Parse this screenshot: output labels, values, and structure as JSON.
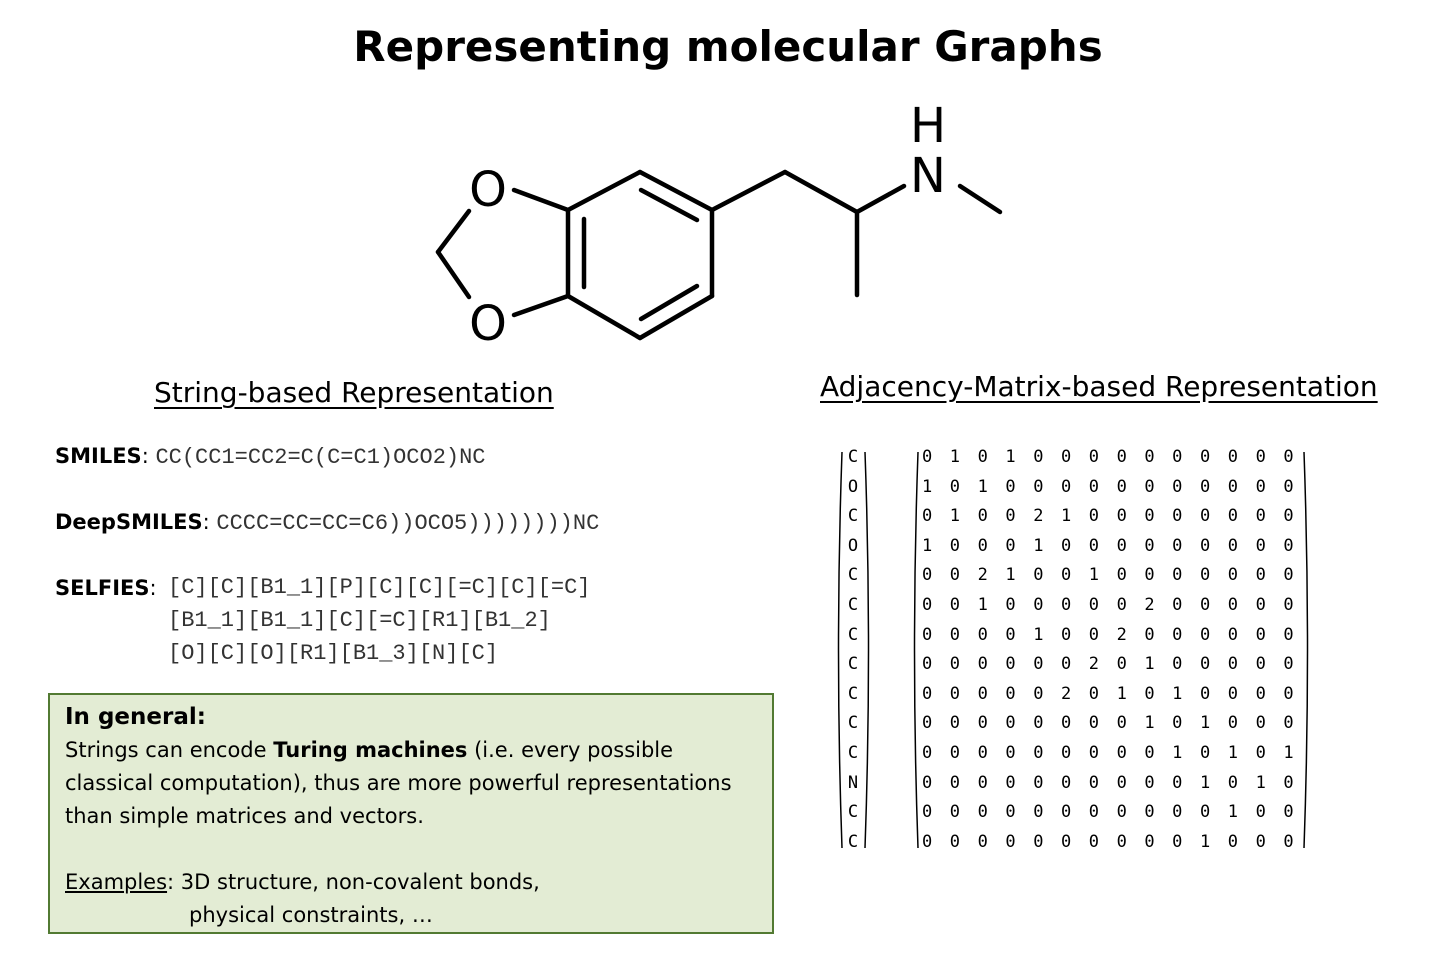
{
  "title": "Representing molecular Graphs",
  "molecule": {
    "atom_labels": {
      "o_top": "O",
      "o_bottom": "O",
      "n": "N",
      "h": "H"
    }
  },
  "string_section": {
    "heading": "String-based Representation",
    "smiles": {
      "label": "SMILES",
      "value": "CC(CC1=CC2=C(C=C1)OCO2)NC"
    },
    "deepsmiles": {
      "label": "DeepSMILES",
      "value": "CCCC=CC=CC=C6))OCO5))))))))NC"
    },
    "selfies": {
      "label": "SELFIES",
      "lines": [
        "[C][C][B1_1][P][C][C][=C][C][=C]",
        "[B1_1][B1_1][C][=C][R1][B1_2]",
        "[O][C][O][R1][B1_3][N][C]"
      ]
    }
  },
  "general_box": {
    "heading": "In general:",
    "line1_pre": "Strings can encode ",
    "line1_bold": "Turing machines",
    "line1_post": " (i.e. every possible",
    "line2": "classical computation), thus are more powerful representations",
    "line3": "than simple matrices and vectors.",
    "examples_label": "Examples",
    "examples_line1": ": 3D structure, non-covalent bonds,",
    "examples_line2": "physical constraints, …"
  },
  "matrix_section": {
    "heading": "Adjacency-Matrix-based Representation",
    "atoms": [
      "C",
      "O",
      "C",
      "O",
      "C",
      "C",
      "C",
      "C",
      "C",
      "C",
      "C",
      "N",
      "C",
      "C"
    ],
    "matrix": [
      [
        0,
        1,
        0,
        1,
        0,
        0,
        0,
        0,
        0,
        0,
        0,
        0,
        0,
        0
      ],
      [
        1,
        0,
        1,
        0,
        0,
        0,
        0,
        0,
        0,
        0,
        0,
        0,
        0,
        0
      ],
      [
        0,
        1,
        0,
        0,
        2,
        1,
        0,
        0,
        0,
        0,
        0,
        0,
        0,
        0
      ],
      [
        1,
        0,
        0,
        0,
        1,
        0,
        0,
        0,
        0,
        0,
        0,
        0,
        0,
        0
      ],
      [
        0,
        0,
        2,
        1,
        0,
        0,
        1,
        0,
        0,
        0,
        0,
        0,
        0,
        0
      ],
      [
        0,
        0,
        1,
        0,
        0,
        0,
        0,
        0,
        2,
        0,
        0,
        0,
        0,
        0
      ],
      [
        0,
        0,
        0,
        0,
        1,
        0,
        0,
        2,
        0,
        0,
        0,
        0,
        0,
        0
      ],
      [
        0,
        0,
        0,
        0,
        0,
        0,
        2,
        0,
        1,
        0,
        0,
        0,
        0,
        0
      ],
      [
        0,
        0,
        0,
        0,
        0,
        2,
        0,
        1,
        0,
        1,
        0,
        0,
        0,
        0
      ],
      [
        0,
        0,
        0,
        0,
        0,
        0,
        0,
        0,
        1,
        0,
        1,
        0,
        0,
        0
      ],
      [
        0,
        0,
        0,
        0,
        0,
        0,
        0,
        0,
        0,
        1,
        0,
        1,
        0,
        1
      ],
      [
        0,
        0,
        0,
        0,
        0,
        0,
        0,
        0,
        0,
        0,
        1,
        0,
        1,
        0
      ],
      [
        0,
        0,
        0,
        0,
        0,
        0,
        0,
        0,
        0,
        0,
        0,
        1,
        0,
        0
      ],
      [
        0,
        0,
        0,
        0,
        0,
        0,
        0,
        0,
        0,
        0,
        1,
        0,
        0,
        0
      ]
    ]
  }
}
